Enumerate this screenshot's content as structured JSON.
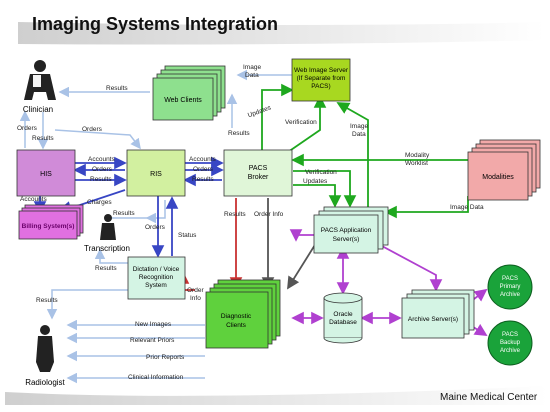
{
  "title": "Imaging Systems Integration",
  "footer": "Maine Medical Center",
  "actors": {
    "clinician": "Clinician",
    "transcription": "Transcription",
    "radiologist": "Radiologist"
  },
  "nodes": {
    "web_clients": "Web Clients",
    "web_image_server": [
      "Web Image Server",
      "(If Separate from",
      "PACS)"
    ],
    "his": "HIS",
    "ris": "RIS",
    "pacs_broker": [
      "PACS",
      "Broker"
    ],
    "modalities": "Modalities",
    "billing": "Billing System(s)",
    "pacs_app_server": [
      "PACS Application",
      "Server(s)"
    ],
    "dictation": [
      "Dictation / Voice",
      "Recognition",
      "System"
    ],
    "diagnostic_clients": [
      "Diagnostic",
      "Clients"
    ],
    "oracle": [
      "Oracle",
      "Database"
    ],
    "archive_servers": "Archive Server(s)",
    "pacs_primary": [
      "PACS",
      "Primary",
      "Archive"
    ],
    "pacs_backup": [
      "PACS",
      "Backup",
      "Archive"
    ]
  },
  "labels": {
    "results_clinician": "Results",
    "image_data_top": [
      "Image",
      "Data"
    ],
    "orders_left": "Orders",
    "results_his": "Results",
    "orders_mid": "Orders",
    "accounts_1": "Accounts",
    "orders_1": "Orders",
    "results_1": "Results",
    "accounts_2": "Accounts",
    "orders_2": "Orders",
    "results_2": "Results",
    "results_broker": "Results",
    "updates_1": "Updates",
    "verification_1": "Verification",
    "image_data_2": [
      "Image",
      "Data"
    ],
    "modality_worklist": [
      "Modality",
      "Worklist"
    ],
    "verification_2": "Verification",
    "updates_2": "Updates",
    "accounts_billing": "Accounts",
    "charges": "Charges",
    "results_trans": "Results",
    "orders_ris": "Orders",
    "status": "Status",
    "results_pacs": "Results",
    "order_info_1": "Order Info",
    "image_data_mod": "Image Data",
    "results_dict": "Results",
    "order_info_2": [
      "Order",
      "Info"
    ],
    "results_radiologist": "Results",
    "new_images": "New Images",
    "relevant_priors": "Relevant Priors",
    "prior_reports": "Prior Reports",
    "clinical_information": "Clinical Information"
  },
  "colors": {
    "web_clients": "#8ee08e",
    "web_server": "#a8d820",
    "his": "#d08bd8",
    "ris": "#d2f0a0",
    "broker": "#e0f6d8",
    "modalities": "#f2a9a9",
    "billing": "#e070e0",
    "app_server": "#d4f4e4",
    "dictation": "#d4f4e4",
    "diagnostic": "#5fd13d",
    "oracle": "#d4f4e4",
    "archive": "#d4f4e4",
    "green_disk": "#1aa33a",
    "blue": "#3846c4",
    "light_blue": "#a9c2e6",
    "green_arrow": "#1ea81e",
    "red": "#c83232",
    "dark": "#555555",
    "purple": "#b040d0"
  }
}
